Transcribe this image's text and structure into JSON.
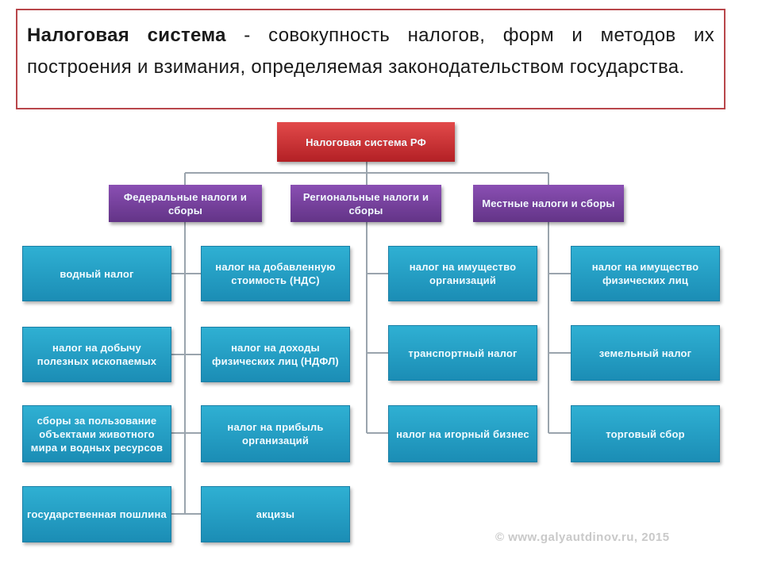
{
  "definition": {
    "term": "Налоговая система",
    "text": " - совокупность  налогов, форм  и  методов их  построения  и  взимания, определяемая  законодательством государства."
  },
  "root": "Налоговая система РФ",
  "categories": [
    "Федеральные налоги и сборы",
    "Региональные налоги и сборы",
    "Местные налоги и сборы"
  ],
  "federal_left": [
    "водный налог",
    "налог на добычу полезных ископаемых",
    "сборы за пользование объектами животного мира и водных ресурсов",
    "государственная пошлина"
  ],
  "federal_right": [
    "налог на добавленную стоимость (НДС)",
    "налог на доходы физических лиц (НДФЛ)",
    "налог на прибыль организаций",
    "акцизы"
  ],
  "regional": [
    "налог на имущество организаций",
    "транспортный налог",
    "налог на игорный бизнес"
  ],
  "local": [
    "налог на имущество физических лиц",
    "земельный налог",
    "торговый сбор"
  ],
  "watermark": "© www.galyautdinov.ru, 2015",
  "colors": {
    "border": "#b8464a",
    "root": "#c8282d",
    "category": "#743e9b",
    "leaf": "#1f9cc4",
    "connector": "#9aa4ad"
  }
}
